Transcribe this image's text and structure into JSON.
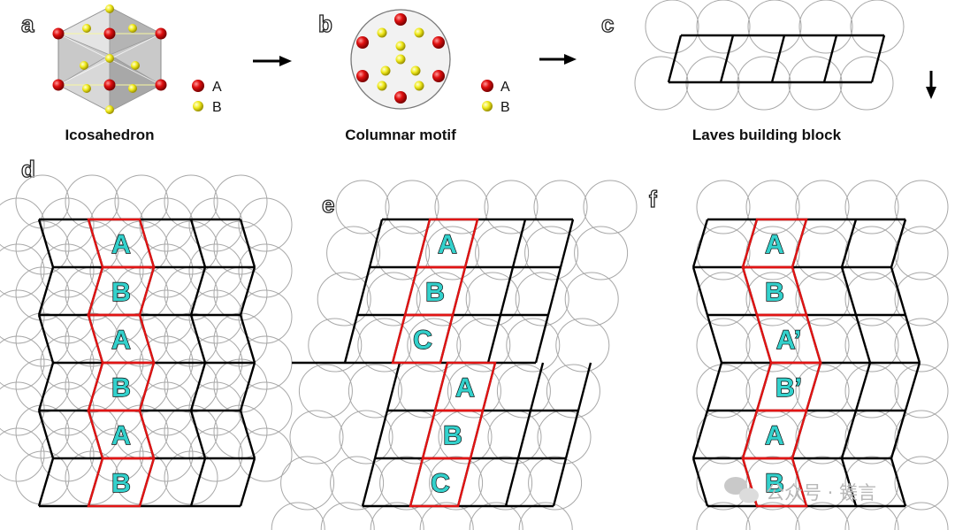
{
  "panels": {
    "a": {
      "letter": "a",
      "caption": "Icosahedron",
      "legend": [
        {
          "label": "A",
          "color": "#e01010"
        },
        {
          "label": "B",
          "color": "#f0ea1c"
        }
      ]
    },
    "b": {
      "letter": "b",
      "caption": "Columnar motif",
      "legend": [
        {
          "label": "A",
          "color": "#e01010"
        },
        {
          "label": "B",
          "color": "#f0ea1c"
        }
      ]
    },
    "c": {
      "letter": "c",
      "caption": "Laves building block"
    },
    "d": {
      "letter": "d",
      "stack": [
        "A",
        "B",
        "A",
        "B",
        "A",
        "B"
      ]
    },
    "e": {
      "letter": "e",
      "stack": [
        "A",
        "B",
        "C",
        "A",
        "B",
        "C"
      ]
    },
    "f": {
      "letter": "f",
      "stack": [
        "A",
        "B",
        "A’",
        "B’",
        "A",
        "B"
      ]
    }
  },
  "colors": {
    "grid": "#000000",
    "highlight": "#e01414",
    "circle": "#a8a8a8",
    "label_fill": "#33d1cc",
    "atom_a": "#e01010",
    "atom_b": "#f0ea1c"
  },
  "watermark": {
    "text": "公众号 · 镁言"
  }
}
